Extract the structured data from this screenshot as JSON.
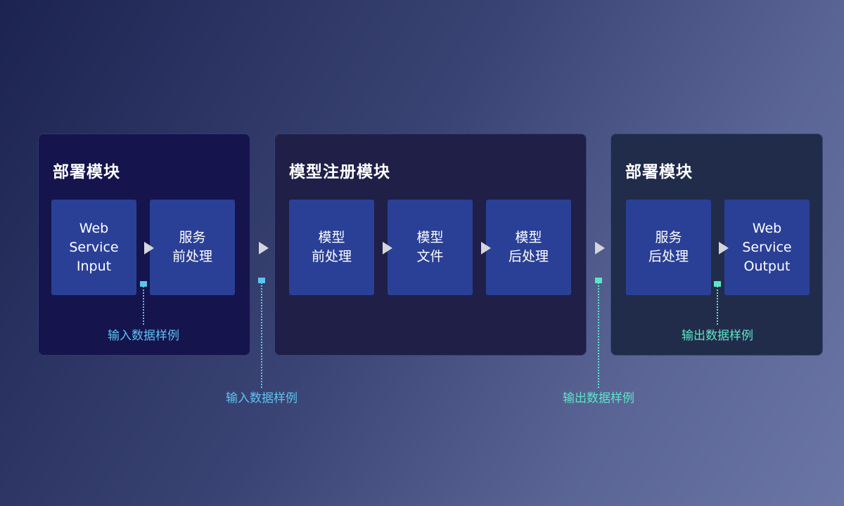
{
  "panels": [
    {
      "title": "部署模块",
      "boxes": [
        "Web\nService\nInput",
        "服务\n前处理"
      ]
    },
    {
      "title": "模型注册模块",
      "boxes": [
        "模型\n前处理",
        "模型\n文件",
        "模型\n后处理"
      ]
    },
    {
      "title": "部署模块",
      "boxes": [
        "服务\n后处理",
        "Web\nService\nOutput"
      ]
    }
  ],
  "annotations": {
    "input_inner": "输入数据样例",
    "input_outer": "输入数据样例",
    "output_outer": "输出数据样例",
    "output_inner": "输出数据样例"
  },
  "colors": {
    "input": "#5cc4f0",
    "output": "#5de6c6",
    "box": "#2a4096"
  }
}
